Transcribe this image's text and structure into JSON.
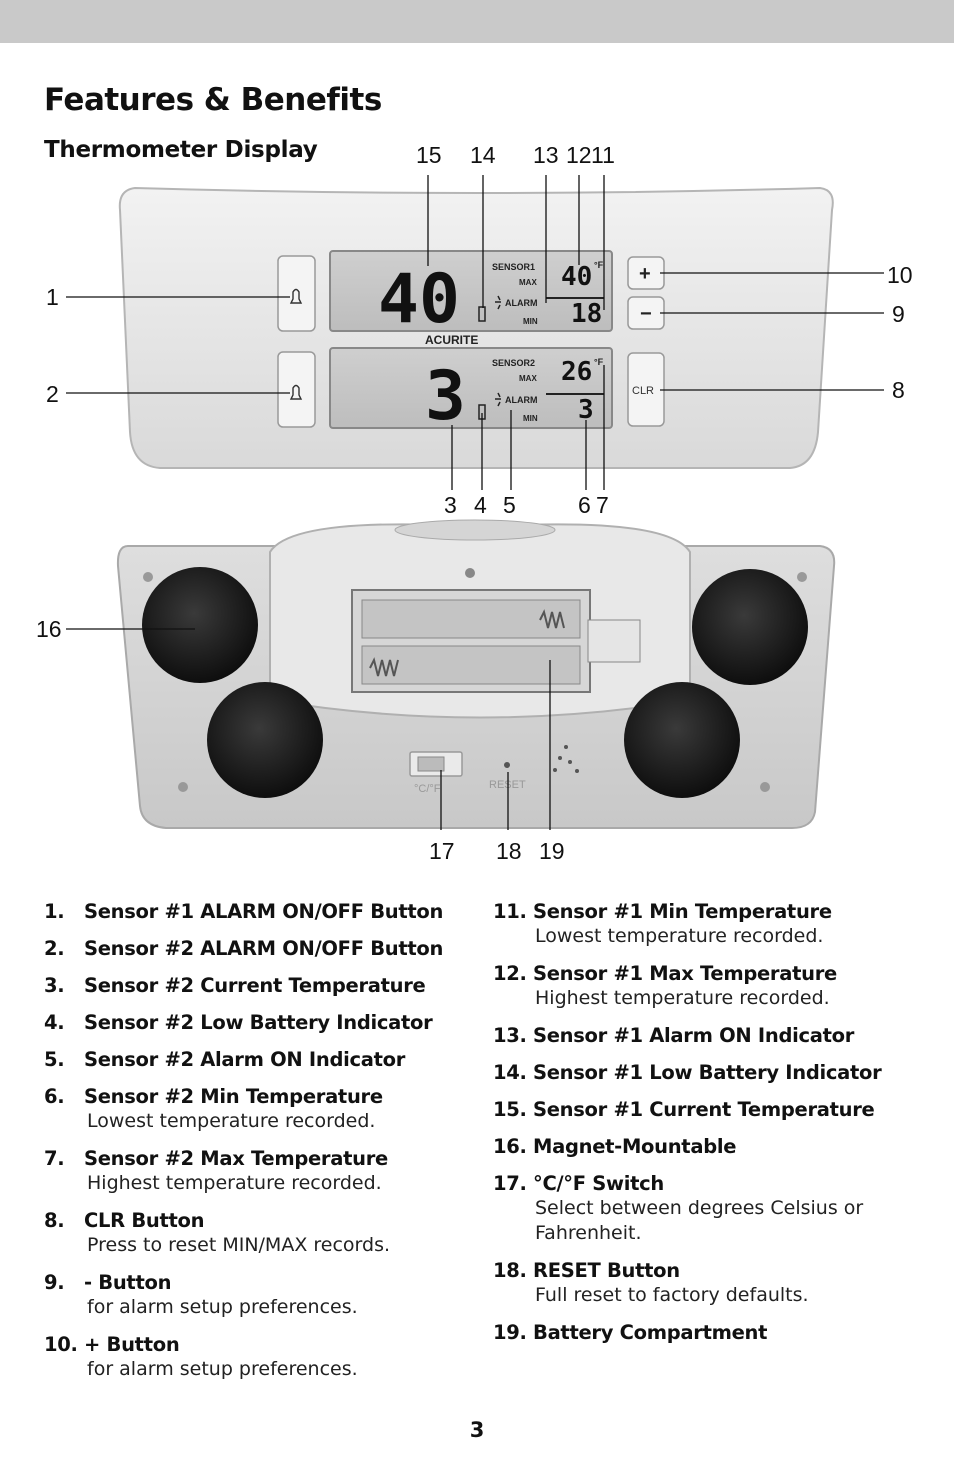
{
  "page": {
    "title": "Features & Benefits",
    "subtitle": "Thermometer Display",
    "page_number": "3"
  },
  "display": {
    "sensor1": {
      "label": "SENSOR1",
      "current": "40",
      "max": "40",
      "min": "18",
      "max_label": "MAX",
      "min_label": "MIN",
      "alarm_label": "ALARM",
      "unit": "°F"
    },
    "sensor2": {
      "label": "SENSOR2",
      "current": "3",
      "max": "26",
      "min": "3",
      "max_label": "MAX",
      "min_label": "MIN",
      "alarm_label": "ALARM",
      "unit": "°F"
    },
    "brand": "ACURITE",
    "clr_label": "CLR",
    "plus_label": "+",
    "minus_label": "−",
    "switch_label": "°C/°F",
    "reset_label": "RESET"
  },
  "callouts": {
    "c1": "1",
    "c2": "2",
    "c3": "3",
    "c4": "4",
    "c5": "5",
    "c6": "6",
    "c7": "7",
    "c8": "8",
    "c9": "9",
    "c10": "10",
    "c11": "11",
    "c12": "12",
    "c13": "13",
    "c14": "14",
    "c15": "15",
    "c16": "16",
    "c17": "17",
    "c18": "18",
    "c19": "19"
  },
  "features_left": [
    {
      "num": "1.",
      "title": "Sensor #1 ALARM ON/OFF Button",
      "desc": ""
    },
    {
      "num": "2.",
      "title": "Sensor #2 ALARM ON/OFF Button",
      "desc": ""
    },
    {
      "num": "3.",
      "title": "Sensor #2 Current Temperature",
      "desc": ""
    },
    {
      "num": "4.",
      "title": "Sensor #2 Low Battery Indicator",
      "desc": ""
    },
    {
      "num": "5.",
      "title": "Sensor #2 Alarm ON Indicator",
      "desc": ""
    },
    {
      "num": "6.",
      "title": "Sensor #2 Min Temperature",
      "desc": "Lowest temperature recorded."
    },
    {
      "num": "7.",
      "title": "Sensor #2 Max Temperature",
      "desc": "Highest temperature recorded."
    },
    {
      "num": "8.",
      "title": "CLR Button",
      "desc": "Press to reset MIN/MAX records."
    },
    {
      "num": "9.",
      "title": "- Button",
      "desc": "for alarm setup preferences."
    },
    {
      "num": "10.",
      "title": "+ Button",
      "desc": "for alarm setup preferences."
    }
  ],
  "features_right": [
    {
      "num": "11.",
      "title": "Sensor #1 Min Temperature",
      "desc": "Lowest temperature recorded."
    },
    {
      "num": "12.",
      "title": "Sensor #1 Max Temperature",
      "desc": "Highest temperature recorded."
    },
    {
      "num": "13.",
      "title": "Sensor #1 Alarm ON Indicator",
      "desc": ""
    },
    {
      "num": "14.",
      "title": "Sensor #1 Low Battery Indicator",
      "desc": ""
    },
    {
      "num": "15.",
      "title": "Sensor #1 Current Temperature",
      "desc": ""
    },
    {
      "num": "16.",
      "title": "Magnet-Mountable",
      "desc": ""
    },
    {
      "num": "17.",
      "title": "°C/°F Switch",
      "desc": "Select between degrees Celsius or Fahrenheit."
    },
    {
      "num": "18.",
      "title": "RESET Button",
      "desc": "Full reset to factory defaults."
    },
    {
      "num": "19.",
      "title": "Battery Compartment",
      "desc": ""
    }
  ]
}
